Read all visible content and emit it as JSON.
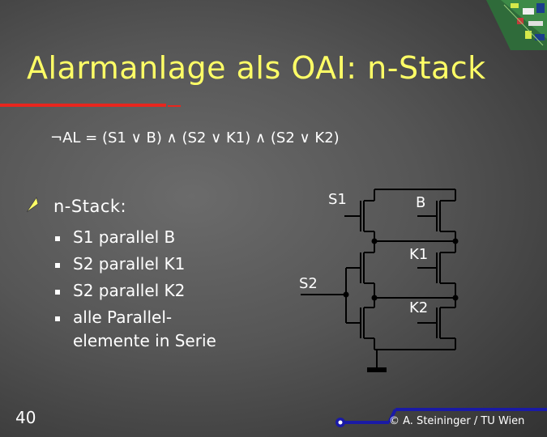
{
  "slide": {
    "title": "Alarmanlage als OAI: n-Stack",
    "formula": "¬AL = (S1 ∨ B) ∧ (S2 ∨ K1) ∧ (S2 ∨ K2)",
    "heading": "n-Stack:",
    "bullets": [
      "S1 parallel B",
      "S2 parallel K1",
      "S2 parallel K2",
      "alle Parallel-",
      "elemente in Serie"
    ],
    "page_number": "40",
    "copyright": "© A. Steininger / TU Wien"
  },
  "circuit": {
    "labels": [
      "S1",
      "B",
      "K1",
      "S2",
      "K2"
    ]
  },
  "colors": {
    "title": "#ffff66",
    "accent_red": "#e8261e",
    "deco_blue": "#1a1aa6"
  }
}
